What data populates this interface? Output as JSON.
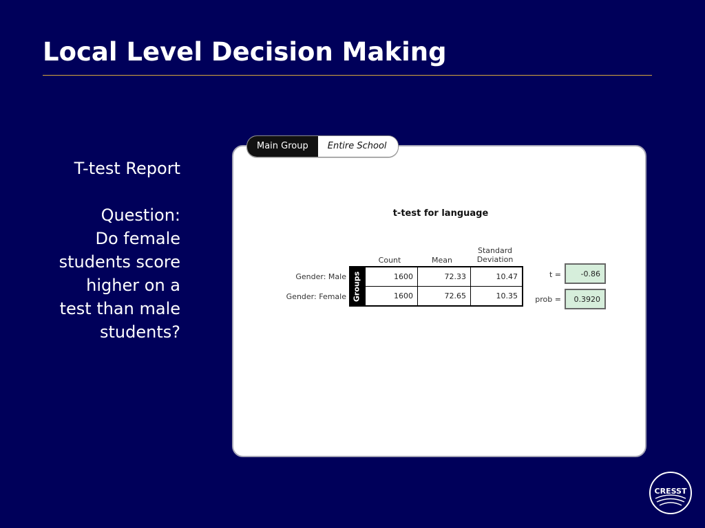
{
  "slide": {
    "title": "Local Level Decision Making",
    "side_text": {
      "line1": "T-test Report",
      "line2": "Question:",
      "line3": "Do female",
      "line4": "students score",
      "line5": "higher on a",
      "line6": "test than male",
      "line7": "students?"
    },
    "colors": {
      "background": "#00005a",
      "rule": "#d9a93b",
      "stat_box": "#d6eedb"
    }
  },
  "tabs": {
    "main_label": "Main Group",
    "school_label": "Entire School"
  },
  "report": {
    "title": "t-test for language",
    "columns": {
      "count": "Count",
      "mean": "Mean",
      "sd_line1": "Standard",
      "sd_line2": "Deviation"
    },
    "groups_label": "Groups",
    "rows": [
      {
        "label": "Gender: Male",
        "count": "1600",
        "mean": "72.33",
        "sd": "10.47"
      },
      {
        "label": "Gender: Female",
        "count": "1600",
        "mean": "72.65",
        "sd": "10.35"
      }
    ],
    "stats": {
      "t_label": "t =",
      "t_value": "-0.86",
      "prob_label": "prob =",
      "prob_value": "0.3920"
    }
  },
  "logo": {
    "text": "CRESST"
  }
}
